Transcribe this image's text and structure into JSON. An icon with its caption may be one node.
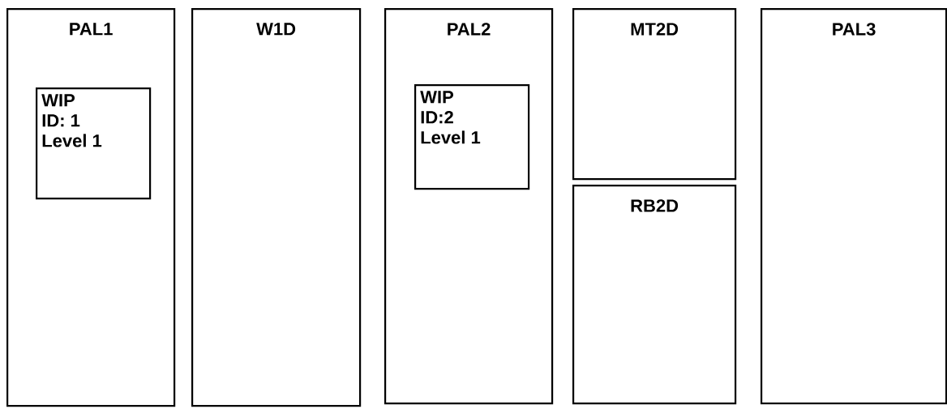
{
  "diagram": {
    "nodes": [
      {
        "text": [
          "PAL1"
        ]
      },
      {
        "text": [
          "WIP",
          "ID: 1",
          "Level 1"
        ],
        "in": 0
      },
      {
        "text": [
          "W1D"
        ]
      },
      {
        "text": [
          "PAL2"
        ]
      },
      {
        "text": [
          "WIP",
          "ID:2",
          "Level 1"
        ],
        "in": 3
      },
      {
        "text": [
          "MT2D"
        ]
      },
      {
        "text": [
          "RB2D"
        ]
      },
      {
        "text": [
          "PAL3"
        ]
      }
    ]
  }
}
